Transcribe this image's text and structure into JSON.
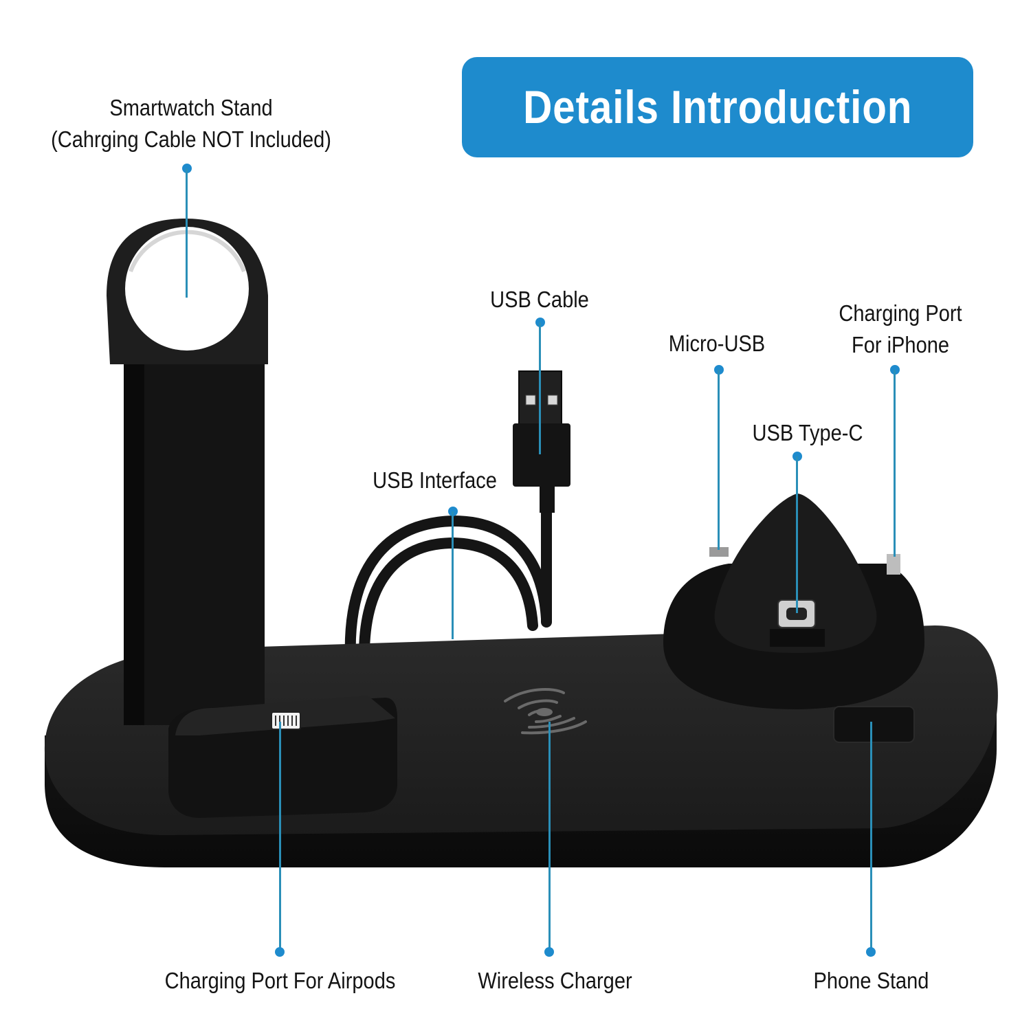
{
  "banner": {
    "title": "Details Introduction",
    "color": "#1e8bcd"
  },
  "callouts": {
    "smartwatch_stand": {
      "line1": "Smartwatch Stand",
      "line2": "(Cahrging Cable NOT Included)"
    },
    "usb_cable": {
      "label": "USB Cable"
    },
    "usb_interface": {
      "label": "USB Interface"
    },
    "micro_usb": {
      "label": "Micro-USB"
    },
    "charging_port_iphone": {
      "line1": "Charging Port",
      "line2": "For iPhone"
    },
    "usb_type_c": {
      "label": "USB Type-C"
    },
    "charging_port_airpods": {
      "label": "Charging Port For Airpods"
    },
    "wireless_charger": {
      "label": "Wireless Charger"
    },
    "phone_stand": {
      "label": "Phone Stand"
    }
  },
  "colors": {
    "accent": "#1e8bcd",
    "leader_line": "#2a8fb8",
    "product": "#1a1a1a"
  }
}
